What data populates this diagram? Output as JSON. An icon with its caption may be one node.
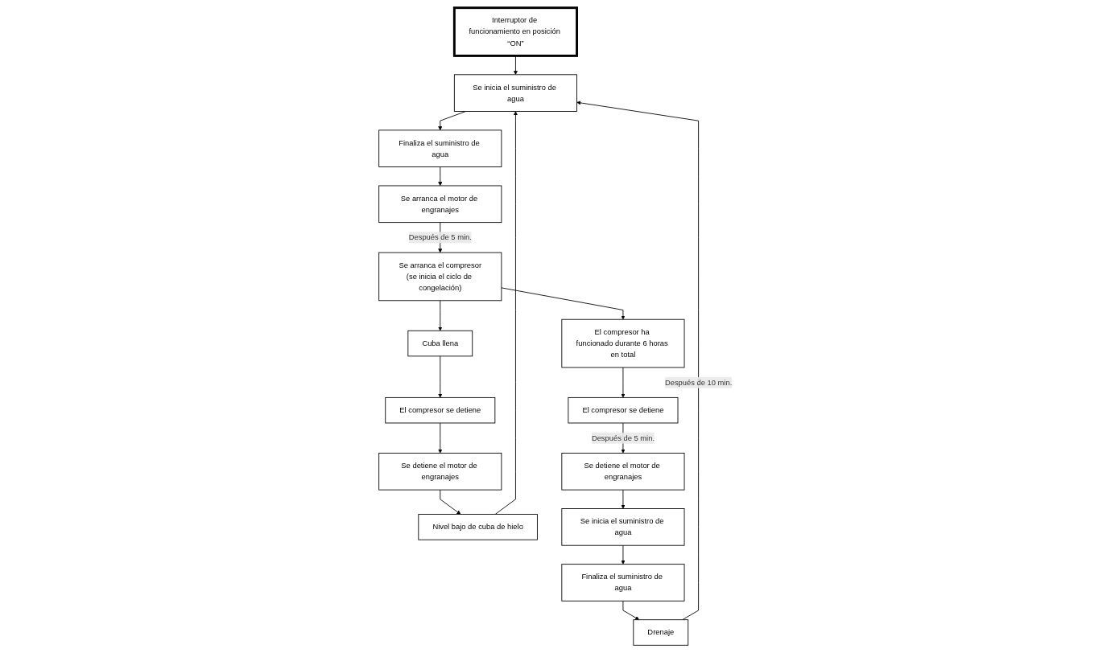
{
  "diagram": {
    "nodes": [
      {
        "text": [
          "Interruptor de funcionamiento en posición “ON”"
        ]
      },
      {
        "text": [
          "Nivel bajo de cuba de hielo"
        ]
      },
      {
        "text": [
          "Se inicia el suministro de agua"
        ]
      },
      {
        "text": [
          "Drenaje"
        ]
      },
      {
        "text": [
          "Finaliza el suministro de agua"
        ]
      },
      {
        "text": [
          "Finaliza el suministro de agua"
        ]
      },
      {
        "text": [
          "Se arranca el motor de engranajes"
        ]
      },
      {
        "text": [
          "Se inicia el suministro de agua"
        ]
      },
      {
        "text": [
          "Se detiene el motor de engranajes"
        ]
      },
      {
        "text": [
          "Se arranca el compresor",
          "(se inicia el ciclo de congelación)"
        ]
      },
      {
        "text": [
          "Se detiene el motor de engranajes"
        ]
      },
      {
        "text": [
          "El compresor se detiene"
        ]
      },
      {
        "text": [
          "Cuba llena"
        ]
      },
      {
        "text": [
          "El compresor ha funcionado durante 6 horas en total"
        ]
      },
      {
        "text": [
          "El compresor se detiene"
        ]
      }
    ],
    "edges": [
      {
        "from": 0,
        "to": 2,
        "arrow": "to"
      },
      {
        "from": 1,
        "to": 2,
        "arrow": "to"
      },
      {
        "from": 3,
        "to": 2,
        "arrow": "to",
        "label": "Después de 10 min."
      },
      {
        "from": 2,
        "to": 4,
        "arrow": "to"
      },
      {
        "from": 4,
        "to": 6,
        "arrow": "to"
      },
      {
        "from": 6,
        "to": 9,
        "arrow": "to",
        "label": "Después de 5 min."
      },
      {
        "from": 9,
        "to": 12,
        "arrow": "to"
      },
      {
        "from": 9,
        "to": 13,
        "arrow": "to"
      },
      {
        "from": 12,
        "to": 11,
        "arrow": "to"
      },
      {
        "from": 11,
        "to": 8,
        "arrow": "to"
      },
      {
        "from": 8,
        "to": 1,
        "arrow": "to"
      },
      {
        "from": 13,
        "to": 14,
        "arrow": "to"
      },
      {
        "from": 14,
        "to": 10,
        "arrow": "to",
        "label": "Después de 5 min."
      },
      {
        "from": 10,
        "to": 7,
        "arrow": "to"
      },
      {
        "from": 7,
        "to": 5,
        "arrow": "to"
      },
      {
        "from": 5,
        "to": 3,
        "arrow": "to"
      }
    ]
  }
}
